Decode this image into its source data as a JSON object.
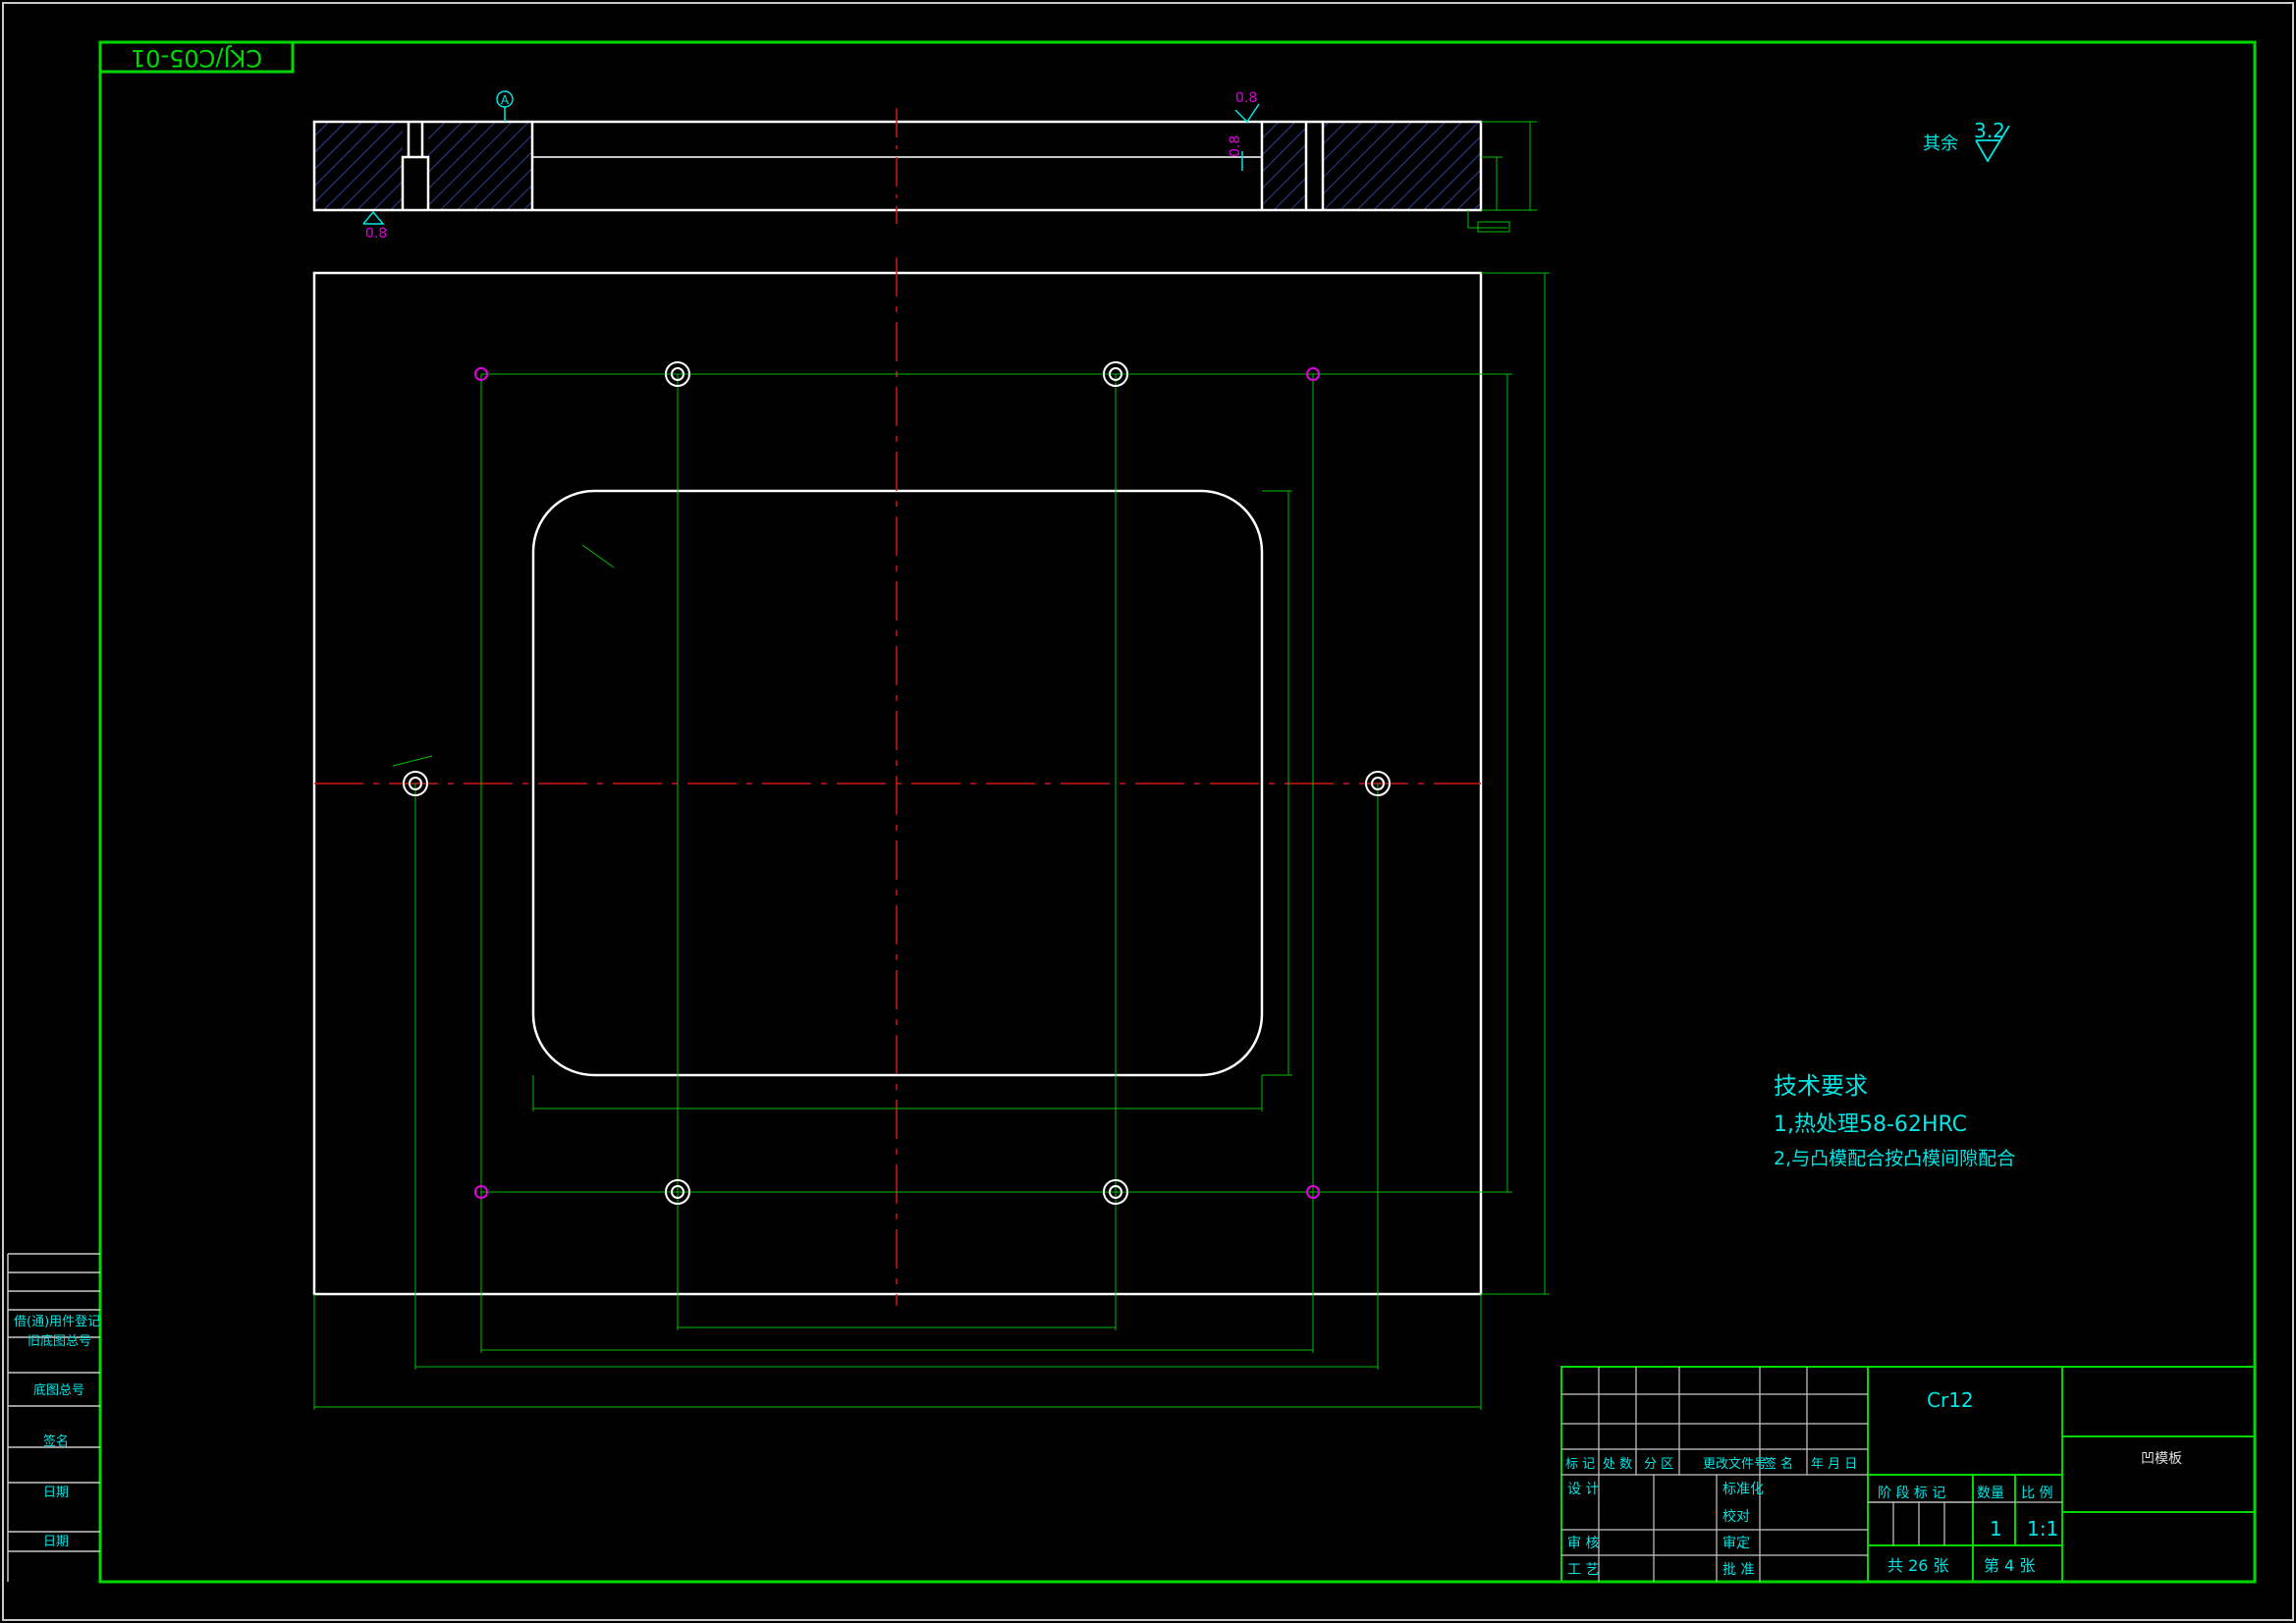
{
  "drawing": {
    "code_box": "CKJ/C05-01",
    "datum_label": "A",
    "roughness_general_prefix": "其余",
    "roughness_general_value": "3.2",
    "roughness_values": [
      "0.8",
      "0.8",
      "0.8"
    ],
    "material": "Cr12",
    "part_name": "凹模板",
    "quantity": "1",
    "scale": "1:1",
    "sheet_total": "共 26 张",
    "sheet_index": "第 4 张",
    "tech_requirements": {
      "heading": "技术要求",
      "items": [
        "1,热处理58-62HRC",
        "2,与凸模配合按凸模间隙配合"
      ]
    },
    "left_strip": {
      "labels": [
        "借(通)用件登记",
        "旧底图总号",
        "底图总号",
        "签名",
        "日期",
        "日期"
      ]
    },
    "title_block": {
      "change_row": [
        "标 记",
        "处 数",
        "分 区",
        "更改文件号",
        "签 名",
        "年 月 日"
      ],
      "left_roles": [
        "设 计",
        "审 核",
        "工 艺"
      ],
      "mid_roles": [
        "标准化",
        "校对",
        "审定",
        "批 准"
      ],
      "stage_headers": [
        "阶 段 标 记",
        "数量",
        "比 例"
      ]
    },
    "colors": {
      "background": "#000000",
      "frame": "#00d800",
      "part_outline": "#ffffff",
      "centerline": "#d01818",
      "dimension": "#00c000",
      "text": "#00e5e5",
      "roughness": "#e000e0"
    }
  }
}
